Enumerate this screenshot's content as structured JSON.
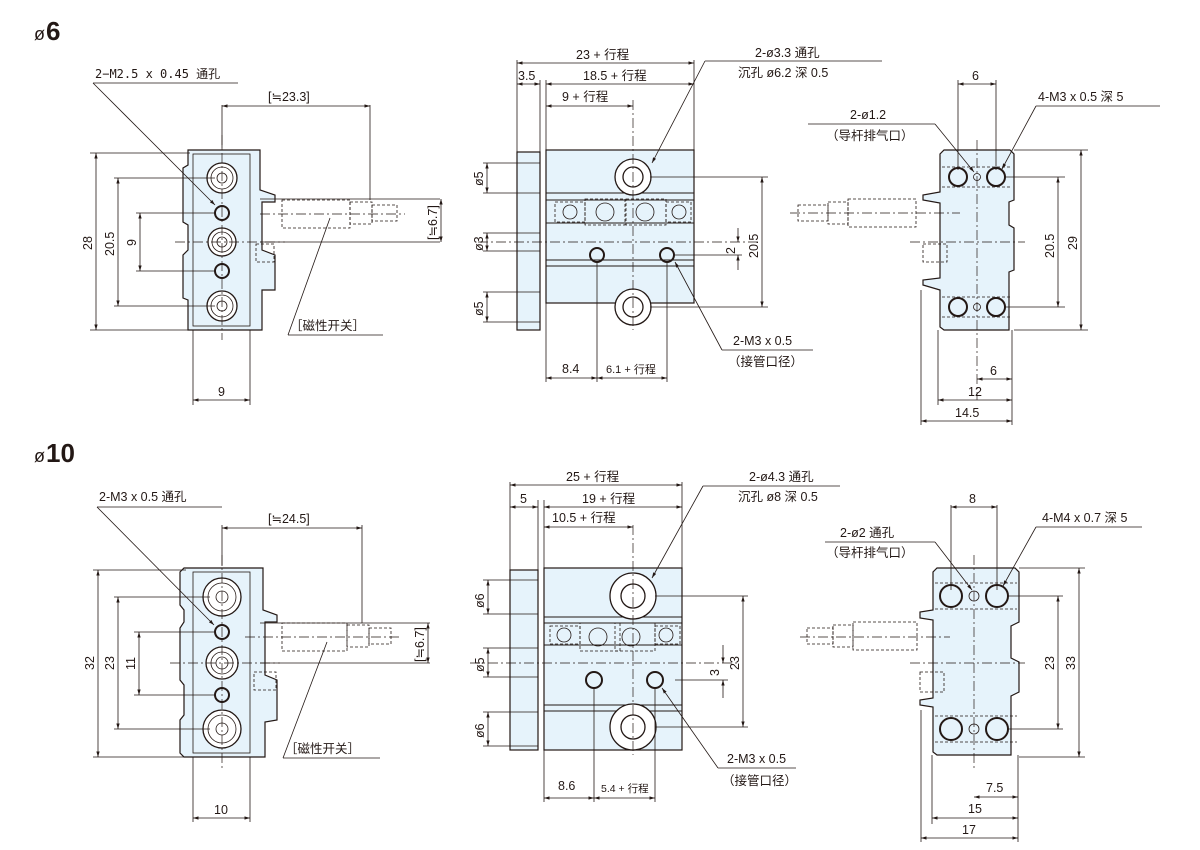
{
  "colors": {
    "body_fill": "#e6f3fb",
    "line": "#231815"
  },
  "sections": [
    {
      "title_symbol": "ø",
      "title_value": "6",
      "end_view": {
        "callout_holes": "2−M2.5 x 0.45 通孔",
        "switch_length": "[≒23.3]",
        "switch_height": "[≒6.7]",
        "switch_label": "［磁性开关］",
        "dim_height": "28",
        "dim_outer_pitch": "20.5",
        "dim_inner_pitch": "9",
        "dim_width": "9"
      },
      "side_view": {
        "dim_total": "23 + 行程",
        "dim_plate": "3.5",
        "dim_body": "18.5 + 行程",
        "dim_hole": "9 + 行程",
        "callout_thru_1": "2-ø3.3 通孔",
        "callout_thru_2": "沉孔 ø6.2 深 0.5",
        "dim_rod_top": "ø5",
        "dim_rod_mid": "ø3",
        "dim_rod_bot": "ø5",
        "dim_port_offset": "2",
        "dim_hole_pitch": "20.5",
        "callout_port_1": "2-M3 x 0.5",
        "callout_port_2": "（接管口径）",
        "dim_port_x": "8.4",
        "dim_port_pitch": "6.1 + 行程"
      },
      "rear_view": {
        "dim_hole_pitch_x": "6",
        "callout_vent_1": "2-ø1.2",
        "callout_vent_2": "（导杆排气口）",
        "callout_tap": "4-M3 x 0.5 深 5",
        "dim_hole_pitch_y": "20.5",
        "dim_height": "29",
        "dim_half": "6",
        "dim_width": "12",
        "dim_overall": "14.5"
      }
    },
    {
      "title_symbol": "ø",
      "title_value": "10",
      "end_view": {
        "callout_holes": "2-M3 x 0.5 通孔",
        "switch_length": "[≒24.5]",
        "switch_height": "[≒6.7]",
        "switch_label": "［磁性开关］",
        "dim_height": "32",
        "dim_outer_pitch": "23",
        "dim_inner_pitch": "11",
        "dim_width": "10"
      },
      "side_view": {
        "dim_total": "25 + 行程",
        "dim_plate": "5",
        "dim_body": "19 + 行程",
        "dim_hole": "10.5 + 行程",
        "callout_thru_1": "2-ø4.3 通孔",
        "callout_thru_2": "沉孔 ø8 深 0.5",
        "dim_rod_top": "ø6",
        "dim_rod_mid": "ø5",
        "dim_rod_bot": "ø6",
        "dim_port_offset": "3",
        "dim_hole_pitch": "23",
        "callout_port_1": "2-M3 x 0.5",
        "callout_port_2": "（接管口径）",
        "dim_port_x": "8.6",
        "dim_port_pitch": "5.4 + 行程"
      },
      "rear_view": {
        "dim_hole_pitch_x": "8",
        "callout_vent_1": "2-ø2 通孔",
        "callout_vent_2": "（导杆排气口）",
        "callout_tap": "4-M4 x 0.7 深 5",
        "dim_hole_pitch_y": "23",
        "dim_height": "33",
        "dim_half": "7.5",
        "dim_width": "15",
        "dim_overall": "17"
      }
    }
  ]
}
